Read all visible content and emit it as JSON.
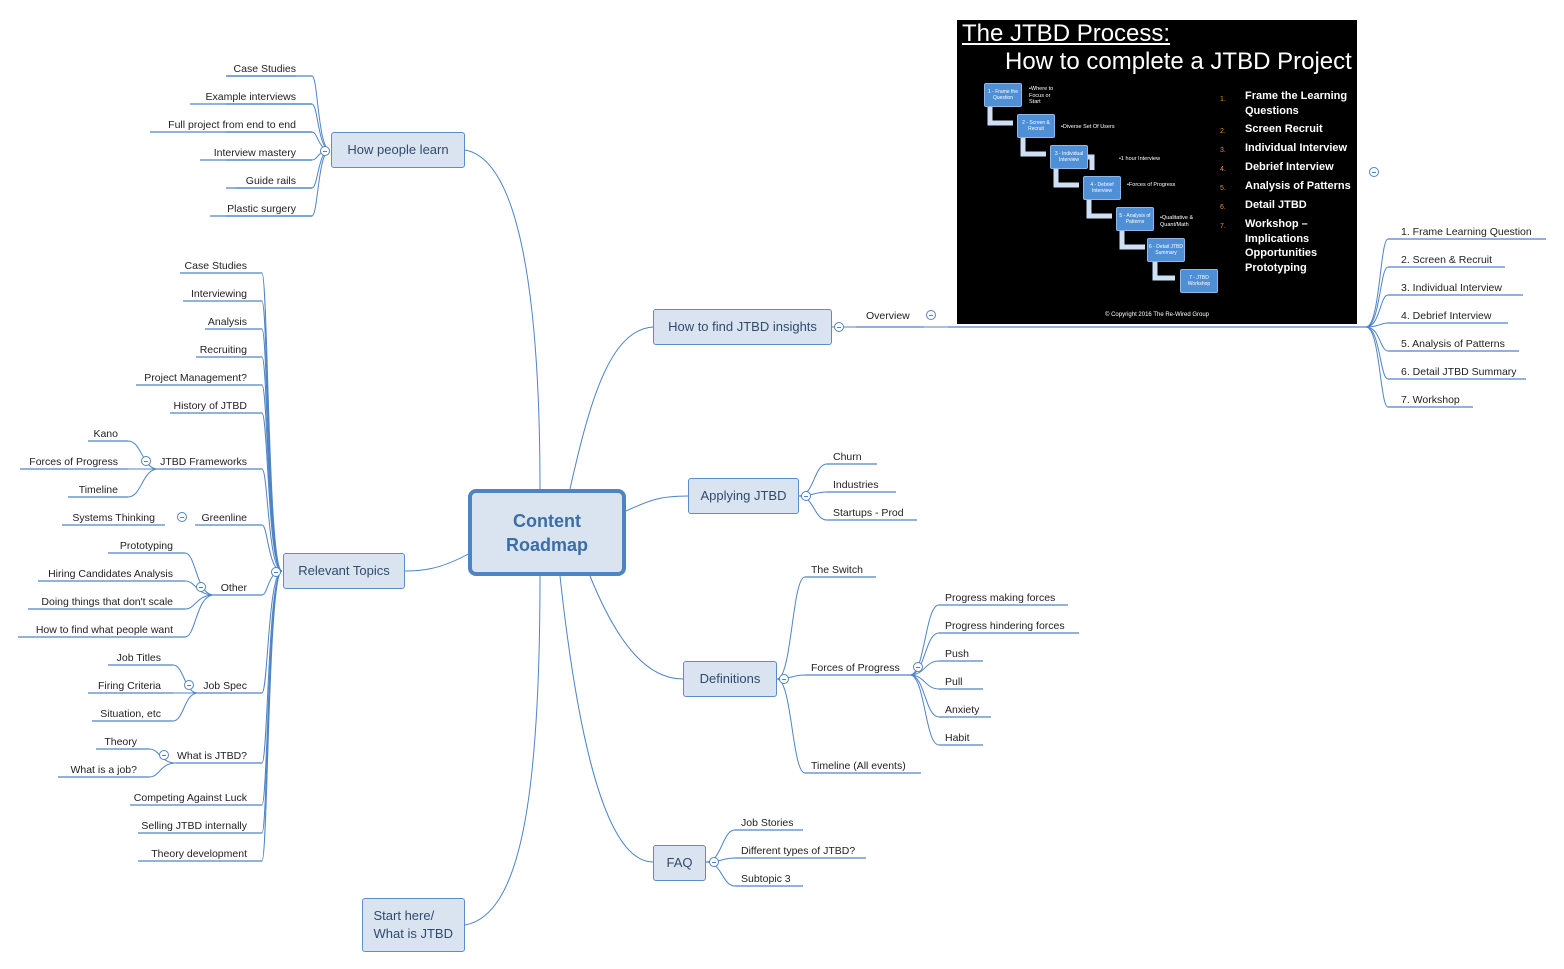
{
  "central": {
    "label": "Content Roadmap"
  },
  "how_people_learn": {
    "label": "How people learn",
    "items": [
      "Case Studies",
      "Example interviews",
      "Full project from end to end",
      "Interview mastery",
      "Guide rails",
      "Plastic surgery"
    ]
  },
  "relevant_topics": {
    "label": "Relevant Topics",
    "items": [
      "Case Studies",
      "Interviewing",
      "Analysis",
      "Recruiting",
      "Project Management?",
      "History of JTBD",
      "JTBD Frameworks",
      "Greenline",
      "Other",
      "Job Spec",
      "What is JTBD?",
      "Competing Against Luck",
      "Selling JTBD internally",
      "Theory development"
    ],
    "jtbd_frameworks": [
      "Kano",
      "Forces of Progress",
      "Timeline"
    ],
    "greenline": [
      "Systems Thinking"
    ],
    "other": [
      "Prototyping",
      "Hiring Candidates Analysis",
      "Doing things that don't scale",
      "How to find what people want"
    ],
    "job_spec": [
      "Job Titles",
      "Firing Criteria",
      "Situation, etc"
    ],
    "what_is_jtbd": [
      "Theory",
      "What is a job?"
    ]
  },
  "start_here": {
    "label": "Start here/ What is JTBD"
  },
  "how_to_find": {
    "label": "How to find JTBD insights",
    "overview": "Overview",
    "steps": [
      "1. Frame Learning Question",
      "2. Screen & Recruit",
      "3. Individual Interview",
      "4. Debrief Interview",
      "5. Analysis of Patterns",
      "6. Detail JTBD Summary",
      "7. Workshop"
    ]
  },
  "applying": {
    "label": "Applying JTBD",
    "items": [
      "Churn",
      "Industries",
      "Startups - Prod"
    ]
  },
  "definitions": {
    "label": "Definitions",
    "items": [
      "The Switch",
      "Forces of Progress",
      "Timeline (All events)"
    ],
    "forces": [
      "Progress making forces",
      "Progress hindering forces",
      "Push",
      "Pull",
      "Anxiety",
      "Habit"
    ]
  },
  "faq": {
    "label": "FAQ",
    "items": [
      "Job Stories",
      "Different types of JTBD?",
      "Subtopic 3"
    ]
  },
  "jtbd_image": {
    "title1": "The JTBD Process:",
    "title2": "How to complete a JTBD Project",
    "boxes": [
      "1 - Frame the Question",
      "2 - Screen & Recruit",
      "3 - Individual Interview",
      "4 - Debrief Interview",
      "5 - Analysis of Patterns",
      "6 - Detail JTBD Summary",
      "7 - JTBD Workshop"
    ],
    "notes": [
      "•Where to Focus or Start",
      "•Diverse Set Of Users",
      "•1 hour Interview",
      "•Forces of Progress",
      "•Qualitative & Quant/Math"
    ],
    "list_numbers": [
      "1.",
      "2.",
      "3.",
      "4.",
      "5.",
      "6.",
      "7."
    ],
    "list": [
      "Frame the Learning Questions",
      "Screen Recruit",
      "Individual Interview",
      "Debrief Interview",
      "Analysis of Patterns",
      "Detail JTBD",
      "Workshop – Implications Opportunities Prototyping"
    ],
    "copyright": "© Copyright 2016 The Re-Wired Group"
  },
  "colors": {
    "branch": "#4f84c4",
    "topic_fill": "#dae4f1",
    "topic_text": "#2f4b6c",
    "central_border": "#4f84c4",
    "image_bg": "#000000",
    "image_accent": "#f08a24"
  }
}
